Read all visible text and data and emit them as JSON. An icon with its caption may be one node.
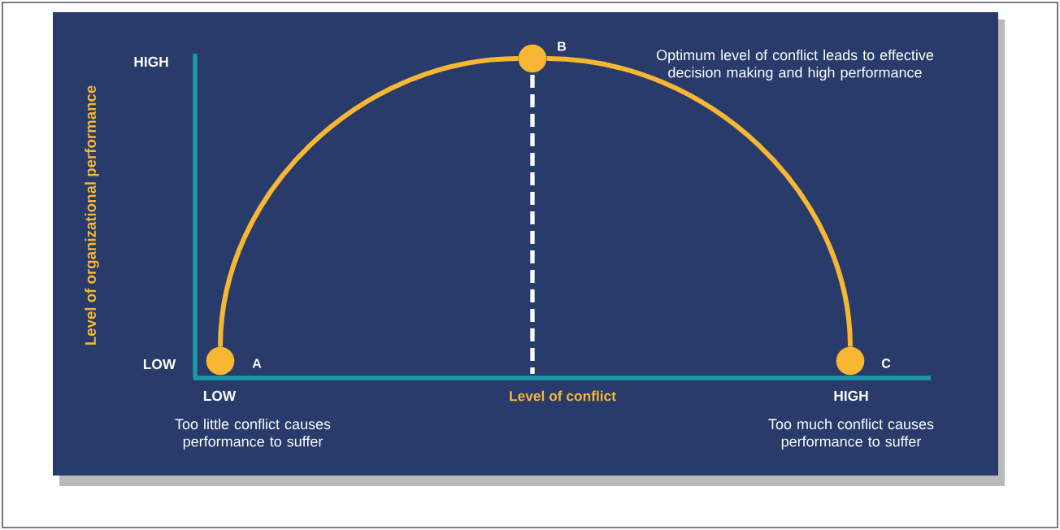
{
  "diagram": {
    "nodes": [
      {
        "text": [],
        "shape": "circle",
        "beside": [
          "A"
        ]
      },
      {
        "text": [],
        "shape": "circle",
        "beside": [
          "B"
        ]
      },
      {
        "text": [],
        "shape": "circle",
        "beside": [
          "C"
        ]
      }
    ],
    "edges": [
      {
        "from": 0,
        "to": 1,
        "arrow": "none"
      },
      {
        "from": 1,
        "to": 2,
        "arrow": "none"
      }
    ],
    "labels": [
      "HIGH",
      "Optimum level of conflict leads to effective decision making and high performance",
      "Level of organizational performance",
      "LOW",
      "LOW",
      "Level of conflict",
      "HIGH",
      "Too little conflict causes performance to suffer",
      "Too much conflict causes performance to suffer"
    ]
  }
}
